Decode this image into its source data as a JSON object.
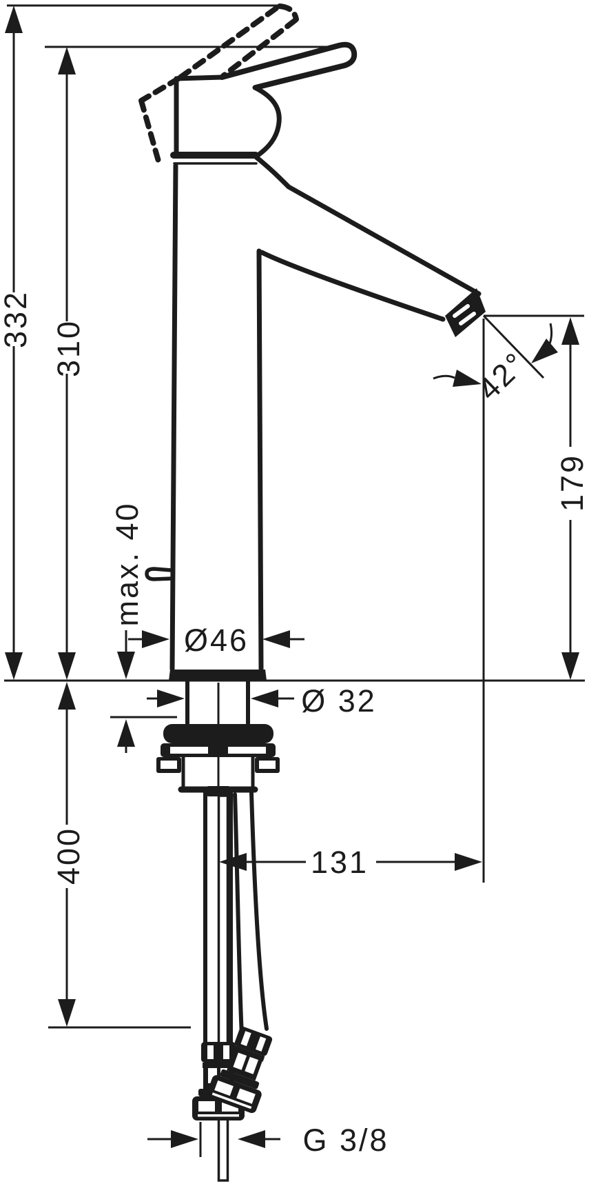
{
  "meta": {
    "title": "Single-lever basin mixer faucet – dimensional technical drawing",
    "drawing_type": "line drawing, front elevation with installation dimensions",
    "units": "mm",
    "line_color": "#1c1c1c",
    "background_color": "#ffffff"
  },
  "labels": {
    "height_332": "332",
    "height_310": "310",
    "max_40": "max. 40",
    "dia_46": "Ø46",
    "dia_32": "Ø 32",
    "angle_42": "42°",
    "height_179": "179",
    "width_131": "131",
    "length_400": "400",
    "thread_g38": "G 3/8"
  }
}
